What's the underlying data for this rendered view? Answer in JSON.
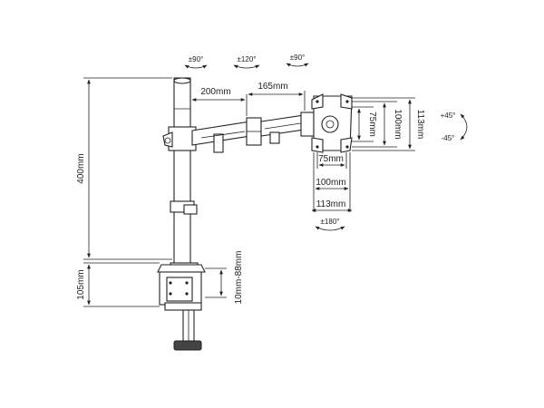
{
  "rotations": {
    "arm_joint_1": "±90°",
    "arm_joint_2": "±120°",
    "arm_joint_3": "±90°",
    "vesa_rotate": "±180°",
    "tilt_up": "+45°",
    "tilt_down": "-45°"
  },
  "dimensions": {
    "arm_segment_1": "200mm",
    "arm_segment_2": "165mm",
    "pole_height": "400mm",
    "clamp_height": "105mm",
    "clamp_range": "10mm-88mm",
    "vesa_75_h": "75mm",
    "vesa_100_h": "100mm",
    "vesa_113_h": "113mm",
    "vesa_75_w": "75mm",
    "vesa_100_w": "100mm",
    "vesa_113_w": "113mm"
  }
}
